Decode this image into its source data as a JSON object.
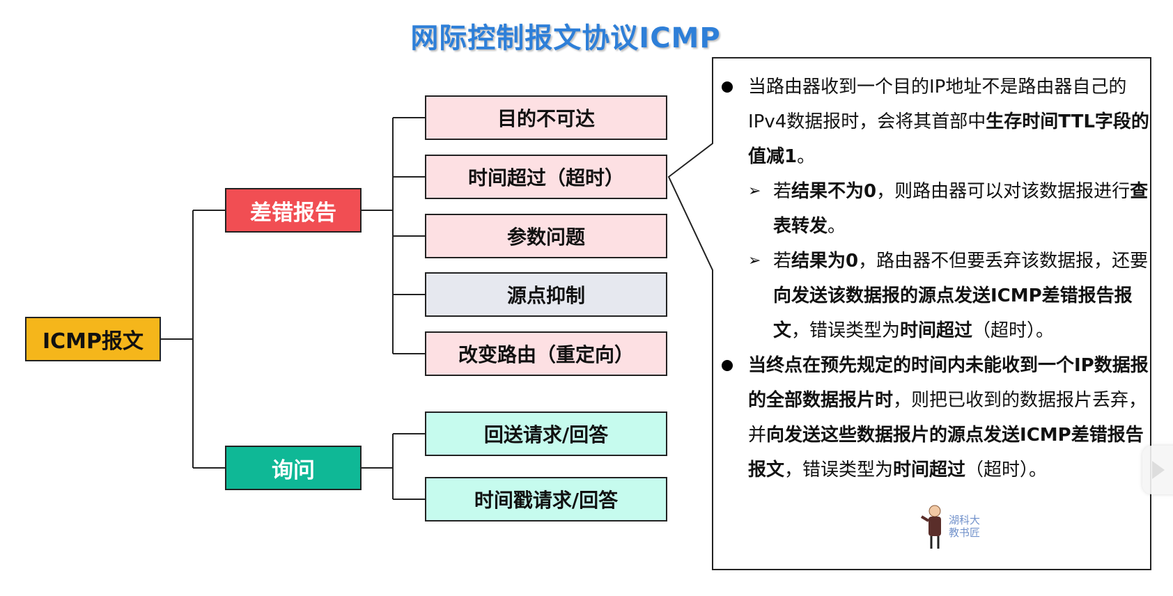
{
  "title": "网际控制报文协议ICMP",
  "colors": {
    "title": "#2e7fd8",
    "root": "#f5b61b",
    "error_category": "#f14e53",
    "query_category": "#0fb896",
    "leaf_pink": "#fde0e3",
    "leaf_grey": "#e6e8ef",
    "leaf_mint": "#c6fbee"
  },
  "tree": {
    "root": "ICMP报文",
    "categories": [
      {
        "label": "差错报告",
        "children": [
          "目的不可达",
          "时间超过（超时）",
          "参数问题",
          "源点抑制",
          "改变路由（重定向）"
        ]
      },
      {
        "label": "询问",
        "children": [
          "回送请求/回答",
          "时间戳请求/回答"
        ]
      }
    ]
  },
  "callout": {
    "attached_to": "时间超过（超时）",
    "bullet1": {
      "p1": "当路由器收到一个目的IP地址不是路由器自己的IPv4数据报时，会将其首部中",
      "b1": "生存时间TTL字段的值减1",
      "p2": "。",
      "sub1": {
        "p1": "若",
        "b1": "结果不为0",
        "p2": "，则路由器可以对该数据报进行",
        "b2": "查表转发",
        "p3": "。"
      },
      "sub2": {
        "p1": "若",
        "b1": "结果为0",
        "p2": "，路由器不但要丢弃该数据报，还要",
        "b2": "向发送该数据报的源点发送ICMP差错报告报文",
        "p3": "，错误类型为",
        "b3": "时间超过",
        "p4": "（超时）。"
      }
    },
    "bullet2": {
      "b1": "当终点在预先规定的时间内未能收到一个IP数据报的全部数据报片时",
      "p1": "，则把已收到的数据报片丢弃，并",
      "b2": "向发送这些数据报片的源点发送ICMP差错报告报文",
      "p2": "，错误类型为",
      "b3": "时间超过",
      "p3": "（超时）。"
    }
  },
  "watermark": {
    "line1": "湖科大",
    "line2": "教书匠"
  },
  "icons": {
    "play": "play-icon",
    "mascot": "mascot-icon"
  }
}
